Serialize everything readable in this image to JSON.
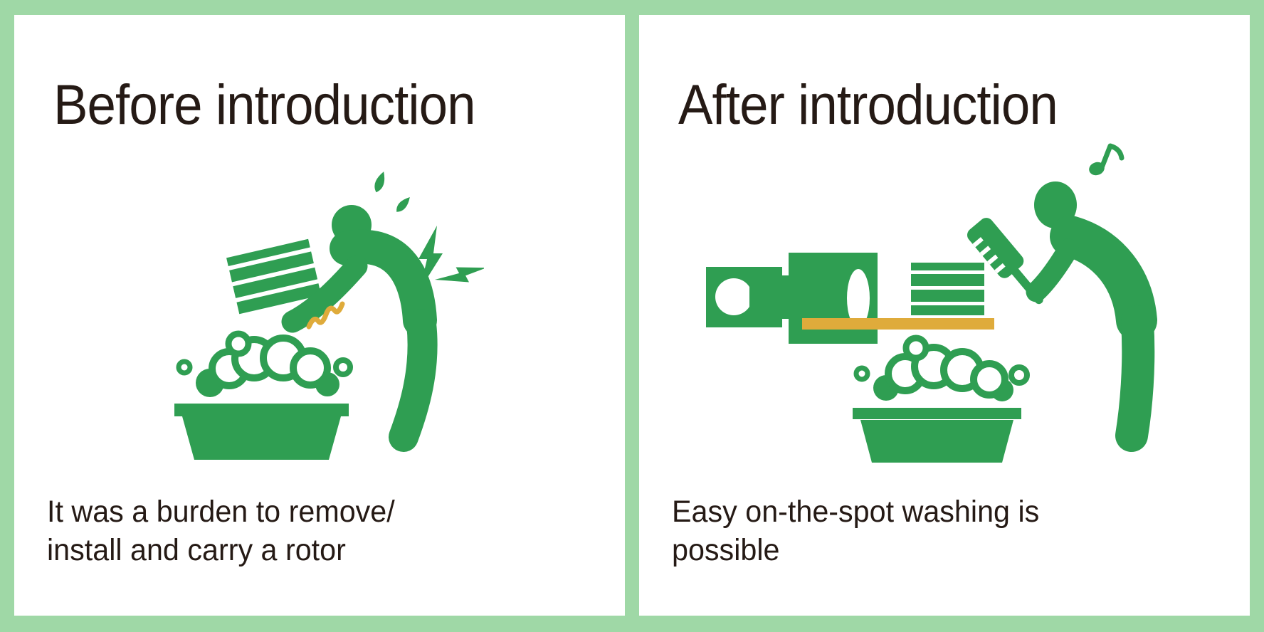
{
  "colors": {
    "bg": "#9fd8a6",
    "card": "#ffffff",
    "green": "#2f9e52",
    "yellow": "#dfab3b",
    "ink": "#251a15"
  },
  "panels": {
    "before": {
      "title": "Before introduction",
      "caption": "It was a burden to remove/\ninstall and carry a rotor",
      "icons": [
        "worker-carrying-rotor-icon",
        "sweat-drops-icon",
        "pain-flash-icon",
        "strain-squiggle-icon",
        "rotor-stack-icon",
        "washtub-foam-icon"
      ]
    },
    "after": {
      "title": "After introduction",
      "caption": "Easy on-the-spot washing is\npossible",
      "icons": [
        "centrifuge-machine-icon",
        "rotor-stack-icon",
        "rail-icon",
        "worker-with-brush-icon",
        "music-note-icon",
        "washtub-foam-icon"
      ]
    }
  }
}
